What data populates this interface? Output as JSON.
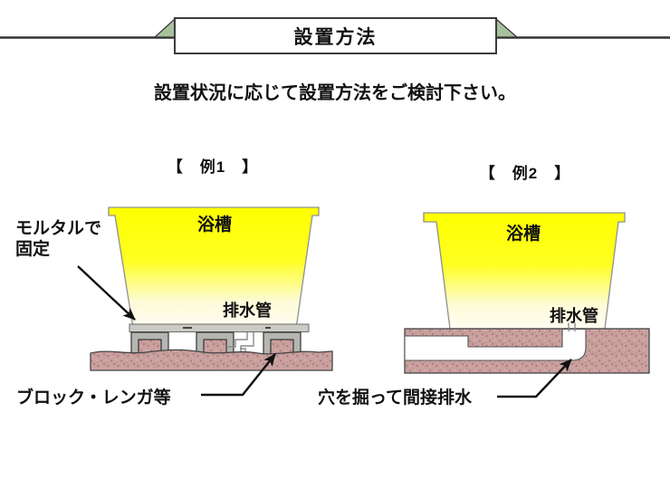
{
  "banner": {
    "title": "設置方法"
  },
  "intro": "設置状況に応じて設置方法をご検討下さい。",
  "example1": {
    "title": "【　例1　】",
    "tub": "浴槽",
    "drain_pipe": "排水管",
    "mortar_note": "モルタルで\n固定",
    "base_note": "ブロック・レンガ等"
  },
  "example2": {
    "title": "【　例2　】",
    "tub": "浴槽",
    "drain_pipe": "排水管",
    "hole_note": "穴を掘って間接排水"
  },
  "colors": {
    "tub_yellow": "#ffff00",
    "tub_fade": "#fffdf0",
    "banner_green": "#a5c29c",
    "block_gray": "#b5b5b2",
    "brick_base": "#c9a09e",
    "outline": "#333333"
  }
}
